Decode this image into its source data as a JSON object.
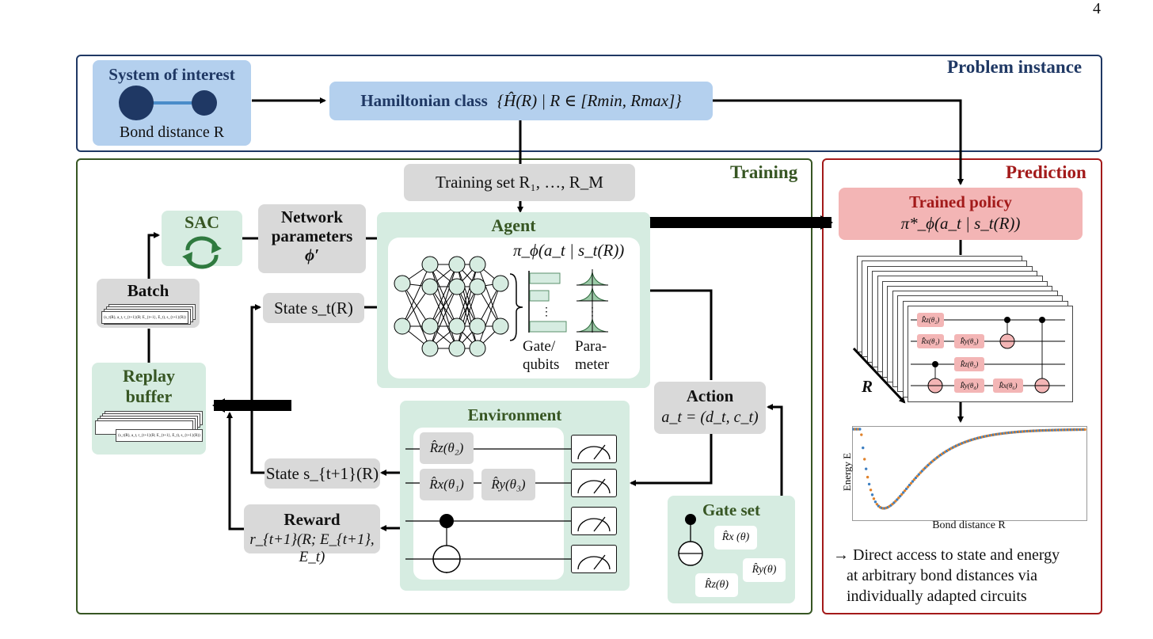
{
  "page_number": "4",
  "problem": {
    "title": "Problem instance",
    "system_title": "System of interest",
    "bond_label": "Bond distance R",
    "hamiltonian_prefix": "Hamiltonian class",
    "hamiltonian_formula": "{Ĥ(R) | R ∈ [Rmin, Rmax]}"
  },
  "training": {
    "title": "Training",
    "training_set": "Training set R₁, …, R_M",
    "agent_title": "Agent",
    "policy": "π_ϕ(a_t | s_t(R))",
    "gate_qubits": "Gate/ qubits",
    "parameter": "Para- meter",
    "sac": "SAC",
    "network_params_line1": "Network",
    "network_params_line2": "parameters",
    "network_params_line3": "ϕ′",
    "batch": "Batch",
    "batch_entry": "(s_t(R), a_t, r_{t+1}(R; E_{t+1}, E_t), s_{t+1}(R))",
    "replay_line1": "Replay",
    "replay_line2": "buffer",
    "state_t": "State s_t(R)",
    "state_t1": "State s_{t+1}(R)",
    "reward_title": "Reward",
    "reward_formula": "r_{t+1}(R; E_{t+1}, E_t)",
    "action_title": "Action",
    "action_formula": "a_t = (d_t, c_t)",
    "environment_title": "Environment",
    "env_gates": [
      "R̂z(θ₂)",
      "R̂x(θ₁)",
      "R̂y(θ₃)"
    ],
    "gateset_title": "Gate set",
    "gateset_gates": [
      "R̂x (θ)",
      "R̂y(θ)",
      "R̂z(θ)"
    ]
  },
  "prediction": {
    "title": "Prediction",
    "trained_policy_title": "Trained policy",
    "trained_policy_formula": "π*_ϕ(a_t | s_t(R))",
    "circuit_R": "R",
    "circuit_gates": [
      "R̂z(θ₂)",
      "R̂x(θ₁)",
      "R̂y(θ₃)",
      "R̂z(θ₅)",
      "R̂y(θ₄)",
      "R̂x(θ₆)"
    ],
    "plot_ylabel": "Energy E",
    "plot_xlabel": "Bond distance R",
    "conclusion_line1": "→ Direct access to state and energy",
    "conclusion_line2": "at arbitrary bond distances via",
    "conclusion_line3": "individually adapted circuits"
  },
  "colors": {
    "problem_frame": "#1f3864",
    "training_frame": "#375623",
    "prediction_frame": "#a31a1a",
    "green_fill": "#d6ece1",
    "blue_fill": "#b4d0ee",
    "pink_fill": "#f3b5b5",
    "gray_fill": "#d9d9d9",
    "curve_blue": "#3d7fc1",
    "curve_orange": "#e0822b"
  }
}
